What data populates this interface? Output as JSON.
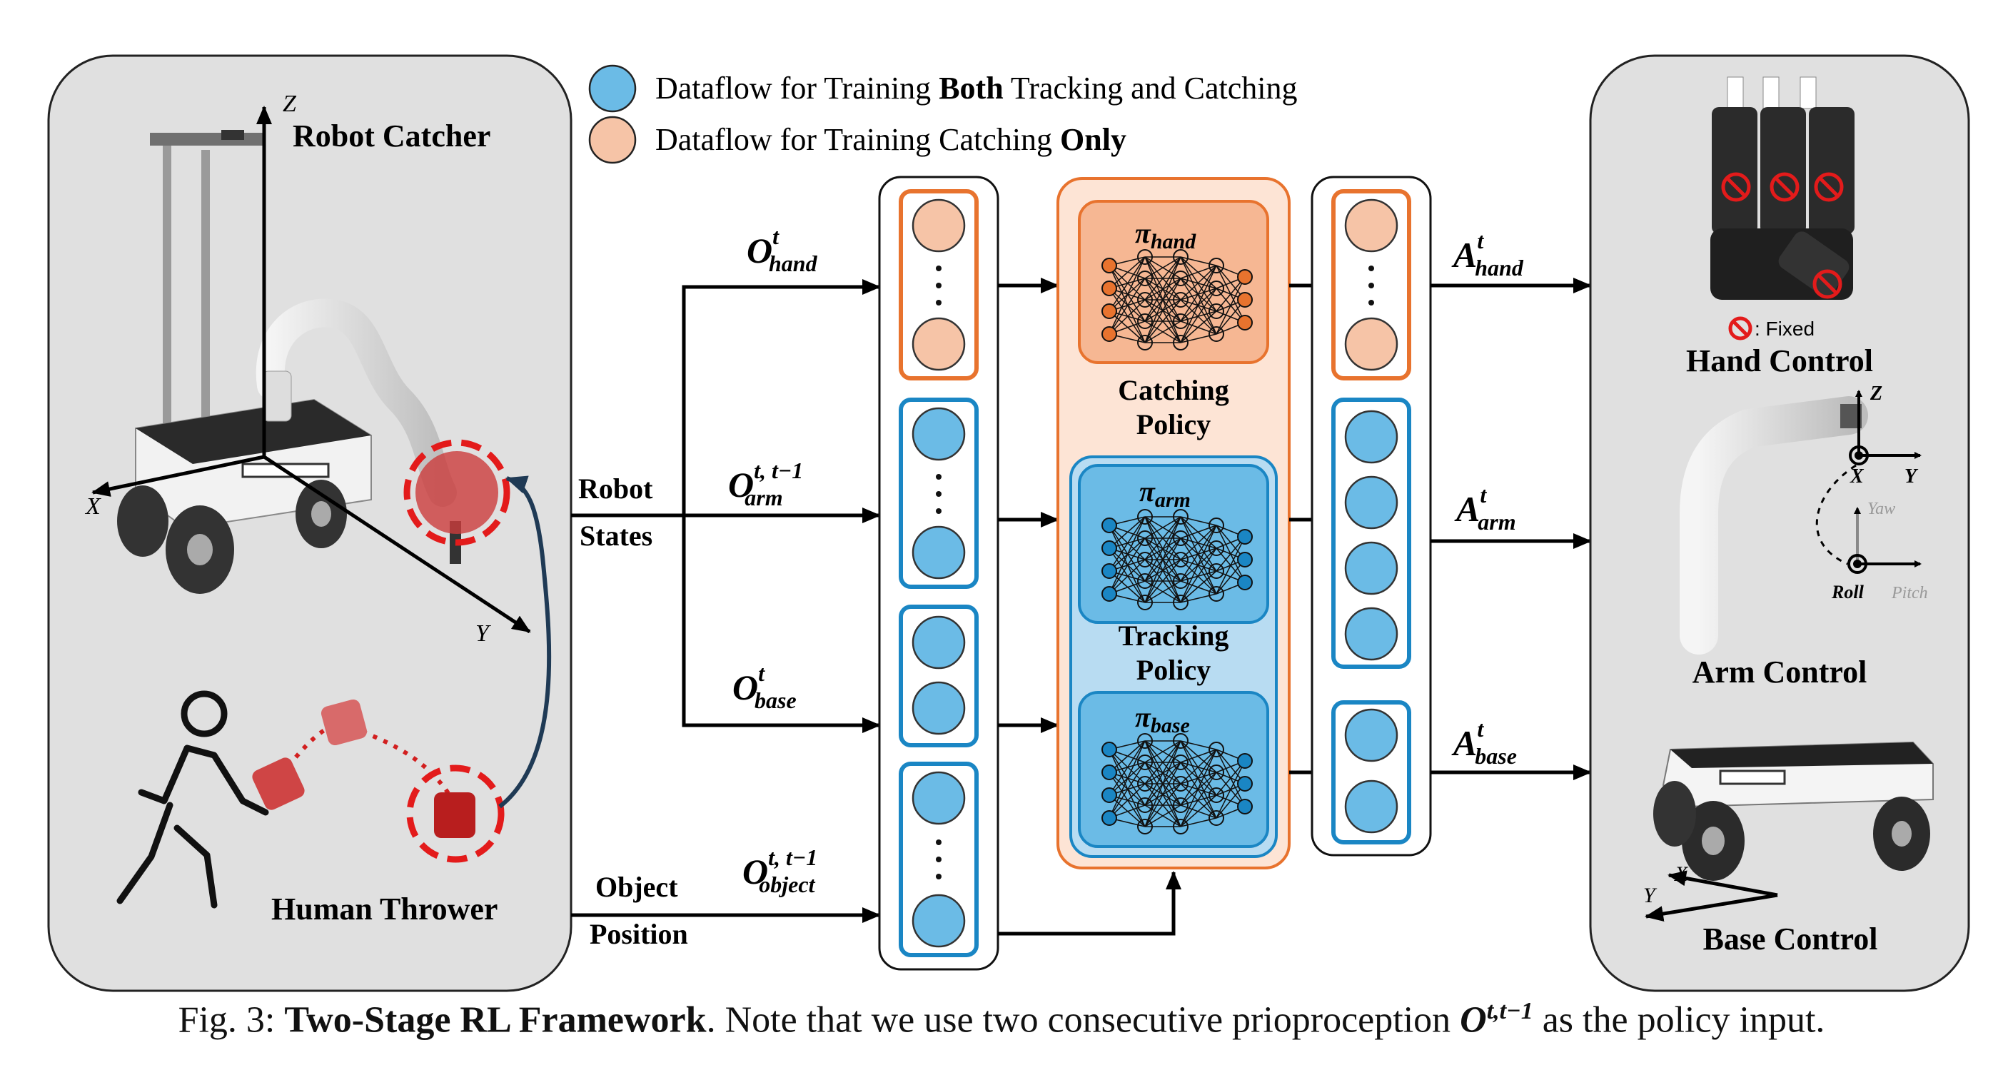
{
  "legend": {
    "both": {
      "label_pre": "Dataflow for Training ",
      "label_bold": "Both",
      "label_post": " Tracking and Catching",
      "color": "#6bbbe6"
    },
    "catching": {
      "label_pre": "Dataflow for Training Catching ",
      "label_bold": "Only",
      "color": "#f6c4a7"
    }
  },
  "left_panel": {
    "robot_label": "Robot Catcher",
    "human_label": "Human Thrower",
    "axis_x": "X",
    "axis_y": "Y",
    "axis_z": "Z"
  },
  "inputs": {
    "robot_states": [
      "Robot",
      "States"
    ],
    "object_position": [
      "Object",
      "Position"
    ],
    "o_hand": {
      "base": "O",
      "sup": "t",
      "sub": "hand"
    },
    "o_arm": {
      "base": "O",
      "sup": "t, t−1",
      "sub": "arm"
    },
    "o_base": {
      "base": "O",
      "sup": "t",
      "sub": "base"
    },
    "o_object": {
      "base": "O",
      "sup": "t, t−1",
      "sub": "object"
    }
  },
  "policies": {
    "pi_hand": {
      "base": "π",
      "sub": "hand"
    },
    "pi_arm": {
      "base": "π",
      "sub": "arm"
    },
    "pi_base": {
      "base": "π",
      "sub": "base"
    },
    "catching": [
      "Catching",
      "Policy"
    ],
    "tracking": [
      "Tracking",
      "Policy"
    ]
  },
  "outputs": {
    "a_hand": {
      "base": "A",
      "sup": "t",
      "sub": "hand"
    },
    "a_arm": {
      "base": "A",
      "sup": "t",
      "sub": "arm"
    },
    "a_base": {
      "base": "A",
      "sup": "t",
      "sub": "base"
    }
  },
  "right_panel": {
    "fixed_label": ": Fixed",
    "hand_control": "Hand Control",
    "arm_control": "Arm Control",
    "base_control": "Base Control",
    "arm_axes": {
      "x": "X",
      "y": "Y",
      "z": "Z",
      "yaw": "Yaw",
      "roll": "Roll",
      "pitch": "Pitch"
    },
    "base_axes": {
      "x": "X",
      "y": "Y"
    }
  },
  "caption": {
    "prefix": "Fig. 3: ",
    "title": "Two-Stage RL Framework",
    "text": ". Note that we use two consecutive prioproception ",
    "math_base": "O",
    "math_sup": "t,t−1",
    "suffix": " as the policy input."
  },
  "colors": {
    "blue_fill": "#6bbbe6",
    "blue_stroke": "#1a86c4",
    "orange_fill": "#f6c4a7",
    "orange_stroke": "#e8732e",
    "panel_gray": "#e0e0e0"
  }
}
